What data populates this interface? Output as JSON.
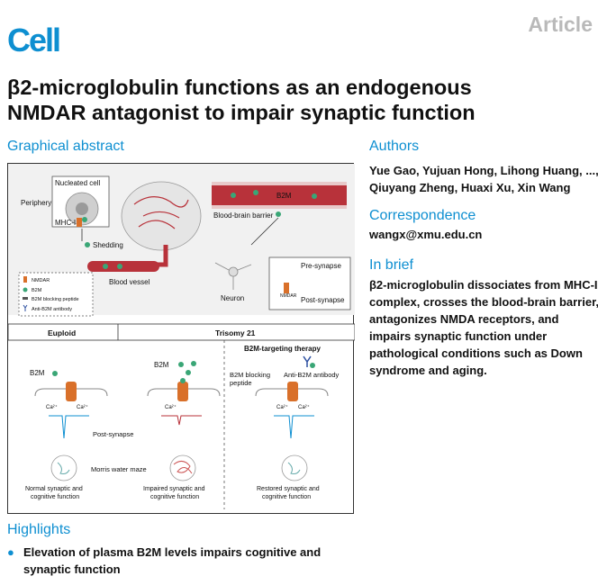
{
  "header": {
    "journal": "Cell",
    "type": "Article"
  },
  "title_lines": [
    "β2-microglobulin functions as an endogenous",
    "NMDAR antagonist to impair synaptic function"
  ],
  "graphical_abstract": {
    "heading": "Graphical abstract",
    "labels": {
      "nucleated_cell": "Nucleated cell",
      "periphery": "Periphery",
      "mhc": "MHC-I",
      "shedding": "Shedding",
      "blood_vessel": "Blood vessel",
      "b2m_top": "B2M",
      "bbb": "Blood-brain barrier",
      "pre_synapse": "Pre-synapse",
      "post_synapse": "Post-synapse",
      "nmdar_small": "NMDAR",
      "neuron": "Neuron"
    },
    "legend": [
      "NMDAR",
      "B2M",
      "B2M blocking peptide",
      "Anti-B2M antibody"
    ],
    "euploid": "Euploid",
    "trisomy": "Trisomy 21",
    "therapy": "B2M-targeting therapy",
    "b2m": "B2M",
    "ca": "Ca²⁺",
    "post_synapse_mid": "Post-synapse",
    "water_maze": "Morris water maze",
    "blocking_peptide": [
      "B2M blocking",
      "peptide"
    ],
    "anti_b2m": "Anti-B2M antibody",
    "outcomes": [
      [
        "Normal synaptic and",
        "cognitive function"
      ],
      [
        "Impaired synaptic and",
        "cognitive function"
      ],
      [
        "Restored synaptic and",
        "cognitive function"
      ]
    ]
  },
  "authors": {
    "heading": "Authors",
    "lines": [
      "Yue Gao, Yujuan Hong, Lihong Huang, ...,",
      "Qiuyang Zheng, Huaxi Xu, Xin Wang"
    ]
  },
  "correspondence": {
    "heading": "Correspondence",
    "email": "wangx@xmu.edu.cn"
  },
  "in_brief": {
    "heading": "In brief",
    "lines": [
      "β2-microglobulin dissociates from MHC-I",
      "complex, crosses the blood-brain barrier,",
      "antagonizes NMDA receptors, and",
      "impairs synaptic function under",
      "pathological conditions such as Down",
      "syndrome and aging."
    ]
  },
  "highlights": {
    "heading": "Highlights",
    "items": [
      {
        "bullet": "●",
        "lines": [
          "Elevation of plasma B2M levels impairs cognitive and",
          "synaptic function"
        ]
      }
    ]
  },
  "colors": {
    "accent": "#0e8fd1",
    "b2m_green": "#3aa676",
    "vessel_red": "#b8323a",
    "nmdar_orange": "#d9702a"
  }
}
